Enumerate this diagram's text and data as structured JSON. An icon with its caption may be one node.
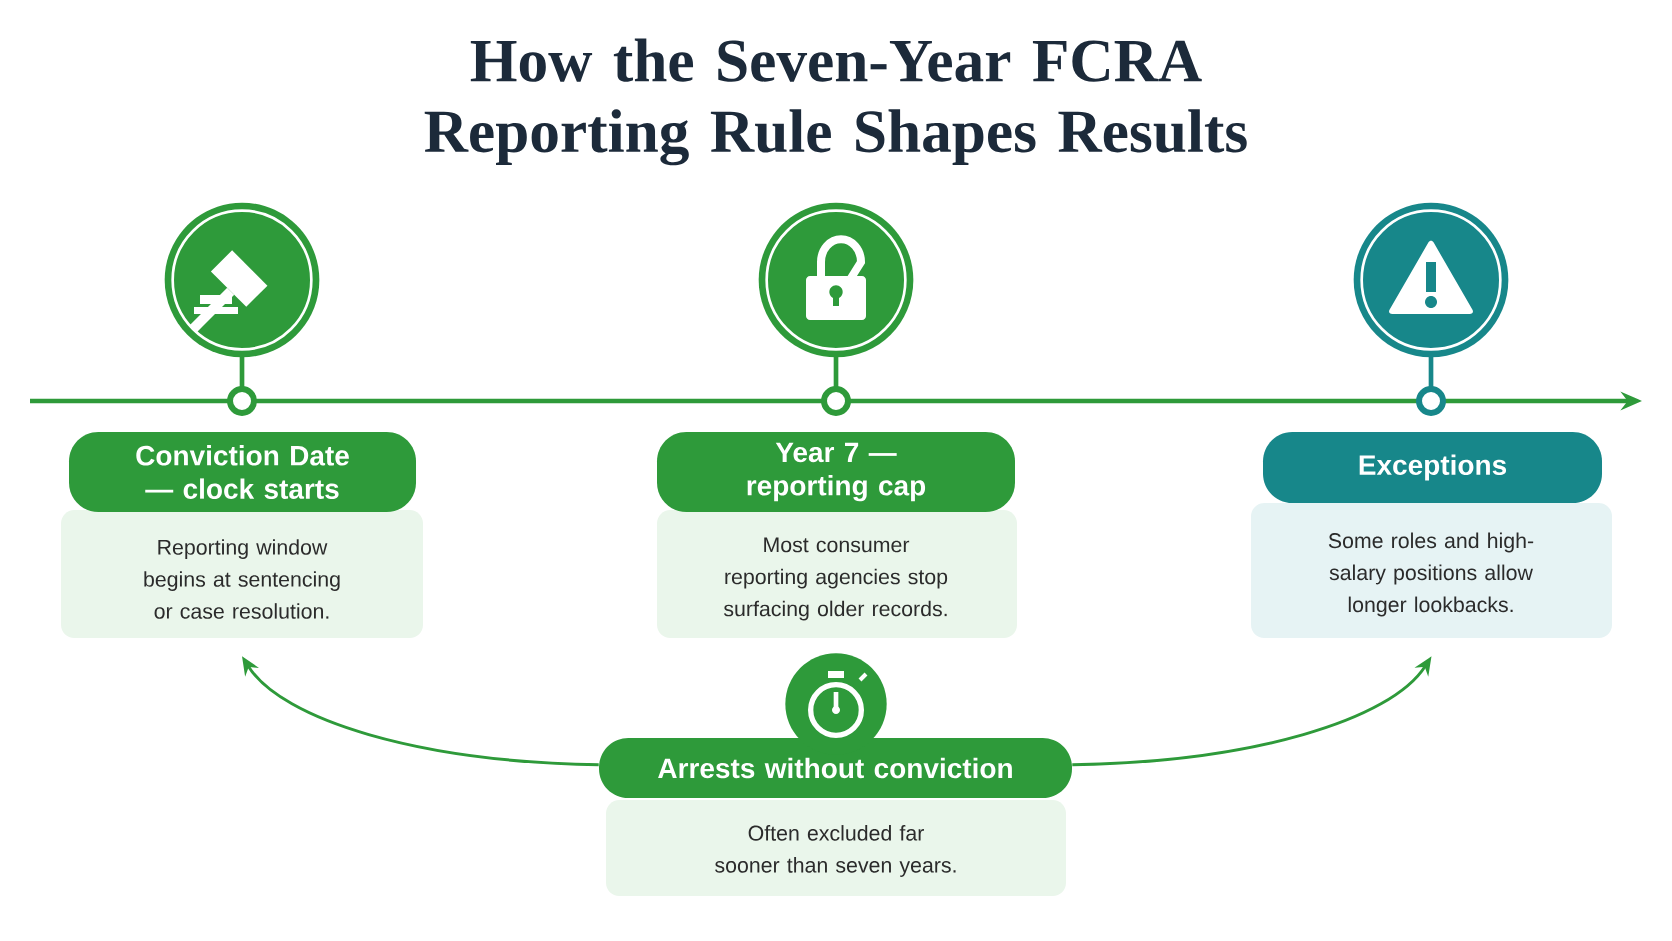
{
  "diagram": {
    "title": "How the Seven-Year FCRA Reporting Rule Shapes Results",
    "nodes": [
      {
        "text": [
          "Conviction Date — clock starts",
          "Reporting window begins at sentencing or case resolution."
        ]
      },
      {
        "text": [
          "Year 7 — reporting cap",
          "Most consumer reporting agencies stop surfacing older records."
        ]
      },
      {
        "text": [
          "Exceptions",
          "Some roles and high-salary positions allow longer lookbacks."
        ]
      },
      {
        "text": [
          "Arrests without conviction",
          "Often excluded far sooner than seven years."
        ]
      }
    ],
    "edges": [
      {
        "from": 3,
        "to": 0,
        "arrow": "to"
      },
      {
        "from": 3,
        "to": 2,
        "arrow": "to"
      }
    ]
  }
}
